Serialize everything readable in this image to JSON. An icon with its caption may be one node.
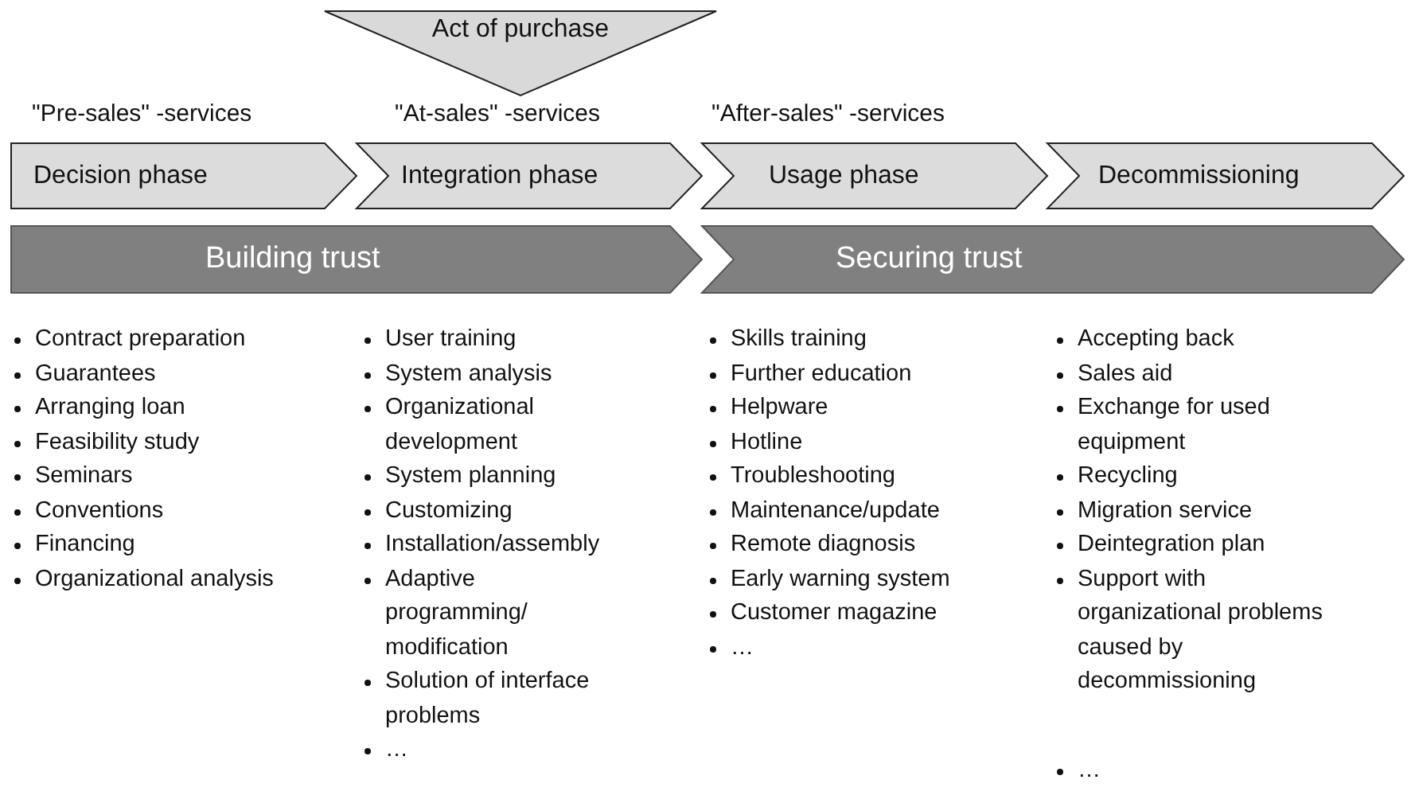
{
  "diagram": {
    "nodes": [
      {
        "text": [
          "Act of purchase"
        ]
      },
      {
        "text": [
          "Decision phase"
        ],
        "beside": [
          "\"Pre-sales\" -services"
        ]
      },
      {
        "text": [
          "Integration phase"
        ],
        "beside": [
          "\"At-sales\" -services"
        ]
      },
      {
        "text": [
          "Usage phase"
        ],
        "beside": [
          "\"After-sales\" -services"
        ]
      },
      {
        "text": [
          "Decommissioning"
        ]
      },
      {
        "text": [
          "Building trust"
        ]
      },
      {
        "text": [
          "Securing trust"
        ]
      }
    ],
    "labels": [
      "Contract preparation",
      "Guarantees",
      "Arranging loan",
      "Feasibility study",
      "Seminars",
      "Conventions",
      "Financing",
      "Organizational analysis",
      "User training",
      "System analysis",
      "Organizational development",
      "System planning",
      "Customizing",
      "Installation/assembly",
      "Adaptive programming/ modification",
      "Solution of interface problems",
      "…",
      "Skills training",
      "Further education",
      "Helpware",
      "Hotline",
      "Troubleshooting",
      "Maintenance/update",
      "Remote diagnosis",
      "Early warning system",
      "Customer magazine",
      "…",
      "Accepting back",
      "Sales aid",
      "Exchange for used equipment",
      "Recycling",
      "Migration service",
      "Deintegration plan",
      "Support with organizational problems caused by decommissioning",
      "…"
    ]
  }
}
